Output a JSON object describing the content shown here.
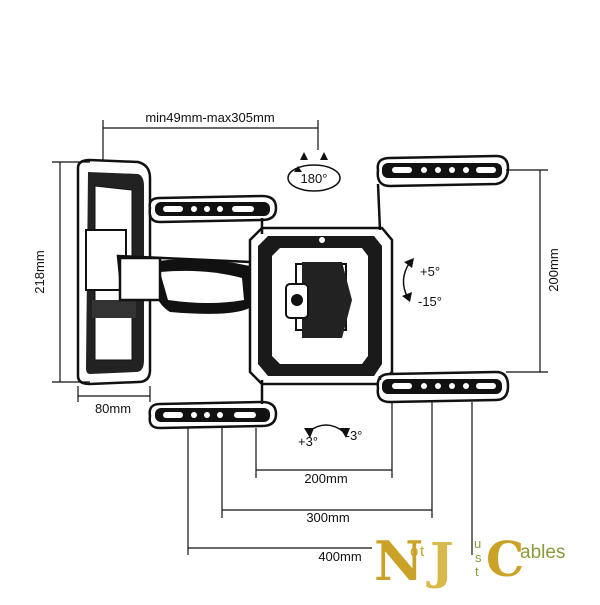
{
  "dimensions": {
    "arm_extension": "min49mm-max305mm",
    "swivel": "180°",
    "tilt_up": "+5°",
    "tilt_down": "-15°",
    "wall_plate_height": "218mm",
    "wall_plate_width": "80mm",
    "vesa_vertical": "200mm",
    "rotation_left": "+3°",
    "rotation_right": "-3°",
    "vesa_200": "200mm",
    "vesa_300": "300mm",
    "vesa_400": "400mm"
  },
  "logo": {
    "text": "NotJustCables",
    "letters": [
      "N",
      "o",
      "t",
      "J",
      "u",
      "s",
      "t",
      "C",
      "ables"
    ],
    "colors": {
      "gold": "#c9a227",
      "gold_light": "#d9b94a",
      "olive": "#8a9a3a"
    }
  }
}
